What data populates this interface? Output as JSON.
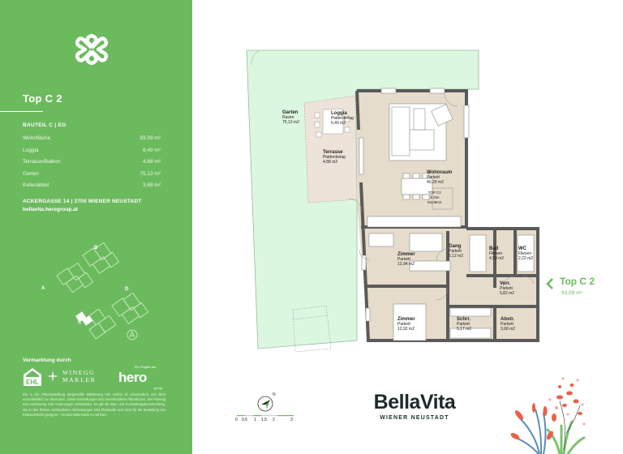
{
  "sidebar": {
    "title": "Top C 2",
    "bauteil": "BAUTEIL C  |  EG",
    "specs": [
      {
        "label": "Wohnfläche",
        "value": "93,09 m²"
      },
      {
        "label": "Loggia",
        "value": "6,49 m²"
      },
      {
        "label": "Terrasse/Balkon",
        "value": "4,88 m²"
      },
      {
        "label": "Garten",
        "value": "75,13 m²"
      },
      {
        "label": "Kellerabteil",
        "value": "3,68 m²"
      }
    ],
    "address": "ACKERGASSE 14  |  2700 WIENER NEUSTADT",
    "website": "bellavita.herogroup.at",
    "siteplan_labels": {
      "a": "A",
      "b": "B",
      "c": "C",
      "d": "D"
    },
    "vermarktung": "Vermarktung durch",
    "ehl": "EHL",
    "winegg_line1": "WINEGG",
    "winegg_line2": "MAKLER",
    "hero_prefix": "Ein Projekt der",
    "hero_name": "hero",
    "hero_suffix": "group",
    "disclaimer": "Die in der Planstarstellung dargestellte Möblierung inkl. Küche ist schematisch und dient ausschließlich zur Illustration. Diese Darstellungen sind unverbindliche Planskizzen. Die Planung und Ausführung sind Änderungen vorbehalten. Es gilt die Bau- und Ausstattungsbeschreibung. Die in den Plänen vorhandenen Abmessungen sind Planmaße und nicht für die Bestellung von Einbaumöbeln geeignet – es sind Naturmaße zu nehmen."
  },
  "plan": {
    "rooms": [
      {
        "name": "Garten",
        "floor": "Rasen",
        "area": "75,13 m2"
      },
      {
        "name": "Loggia",
        "floor": "Plattenbelag",
        "area": "6,49 m2"
      },
      {
        "name": "Terrasse",
        "floor": "Plattenbelag",
        "area": "4,88 m2"
      },
      {
        "name": "Wohnraum",
        "floor": "Parkett",
        "area": "40,29 m2"
      },
      {
        "name": "Zimmer",
        "floor": "Parkett",
        "area": "12,94 m2"
      },
      {
        "name": "Gang",
        "floor": "Parkett",
        "area": "5,12 m2"
      },
      {
        "name": "Bad",
        "floor": "Fliesen",
        "area": "4,93 m2"
      },
      {
        "name": "WC",
        "floor": "Fliesen",
        "area": "2,22 m2"
      },
      {
        "name": "Vorr.",
        "floor": "Parkett",
        "area": "5,82 m2"
      },
      {
        "name": "Zimmer",
        "floor": "Parkett",
        "area": "12,92 m2"
      },
      {
        "name": "Schrr.",
        "floor": "Parkett",
        "area": "5,17 m2"
      },
      {
        "name": "Abstr.",
        "floor": "Parkett",
        "area": "3,68 m2"
      }
    ],
    "unit_box": {
      "line1": "TOP C2",
      "line2": "3-Zim",
      "line3": "93,09m2"
    }
  },
  "top_tag": {
    "title": "Top C 2",
    "area": "93,09 m²",
    "chevron": "chevron-left"
  },
  "scale": {
    "labels": [
      "0",
      "0,5",
      "1",
      "1,5",
      "2",
      "3"
    ]
  },
  "brand": {
    "name": "BellaVita",
    "subtitle": "WIENER NEUSTADT"
  },
  "colors": {
    "green": "#6cba5e",
    "garden": "#dcf7e0",
    "floor": "#e6dccb",
    "wall": "#5a5a5a"
  }
}
